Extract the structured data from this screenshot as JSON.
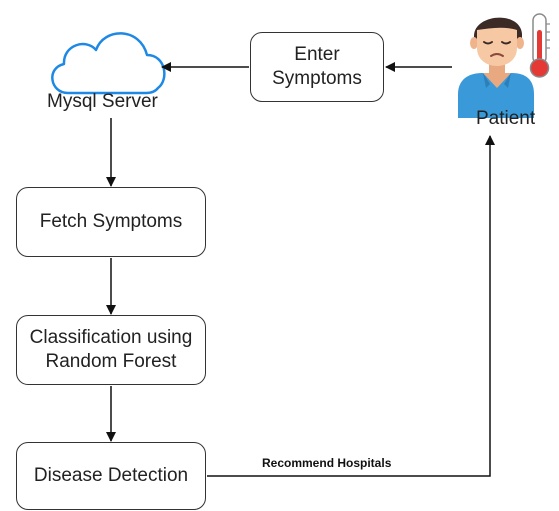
{
  "diagram": {
    "nodes": {
      "mysql": {
        "label": "Mysql Server",
        "icon": "cloud-icon",
        "color": "#1e88e5"
      },
      "enter": {
        "label": "Enter\nSymptoms"
      },
      "patient": {
        "label": "Patient",
        "icon": "patient-with-thermometer-icon"
      },
      "fetch": {
        "label": "Fetch Symptoms"
      },
      "classify": {
        "label": "Classification using\nRandom Forest"
      },
      "disease": {
        "label": "Disease Detection"
      }
    },
    "edges": {
      "recommend": {
        "label": "Recommend Hospitals"
      }
    }
  }
}
